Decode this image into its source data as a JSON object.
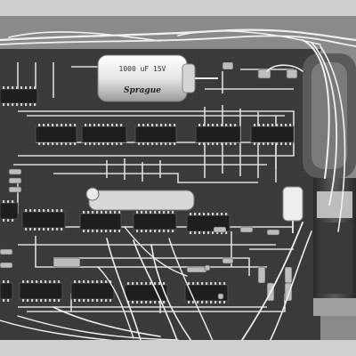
{
  "photo": {
    "style": "grayscale",
    "colors": {
      "board": "#3b3b3b",
      "trace": "#dcdcdc",
      "chip": "#1e1e1e",
      "pin": "#cfcfcf",
      "wire": "#eeeeee",
      "case": "#cfcfcf",
      "capacitor": "#f2f2f2",
      "transformer": "#4a4a4a"
    }
  },
  "capacitor": {
    "brand": "Sprague",
    "marking": "1000 uF  15V"
  }
}
